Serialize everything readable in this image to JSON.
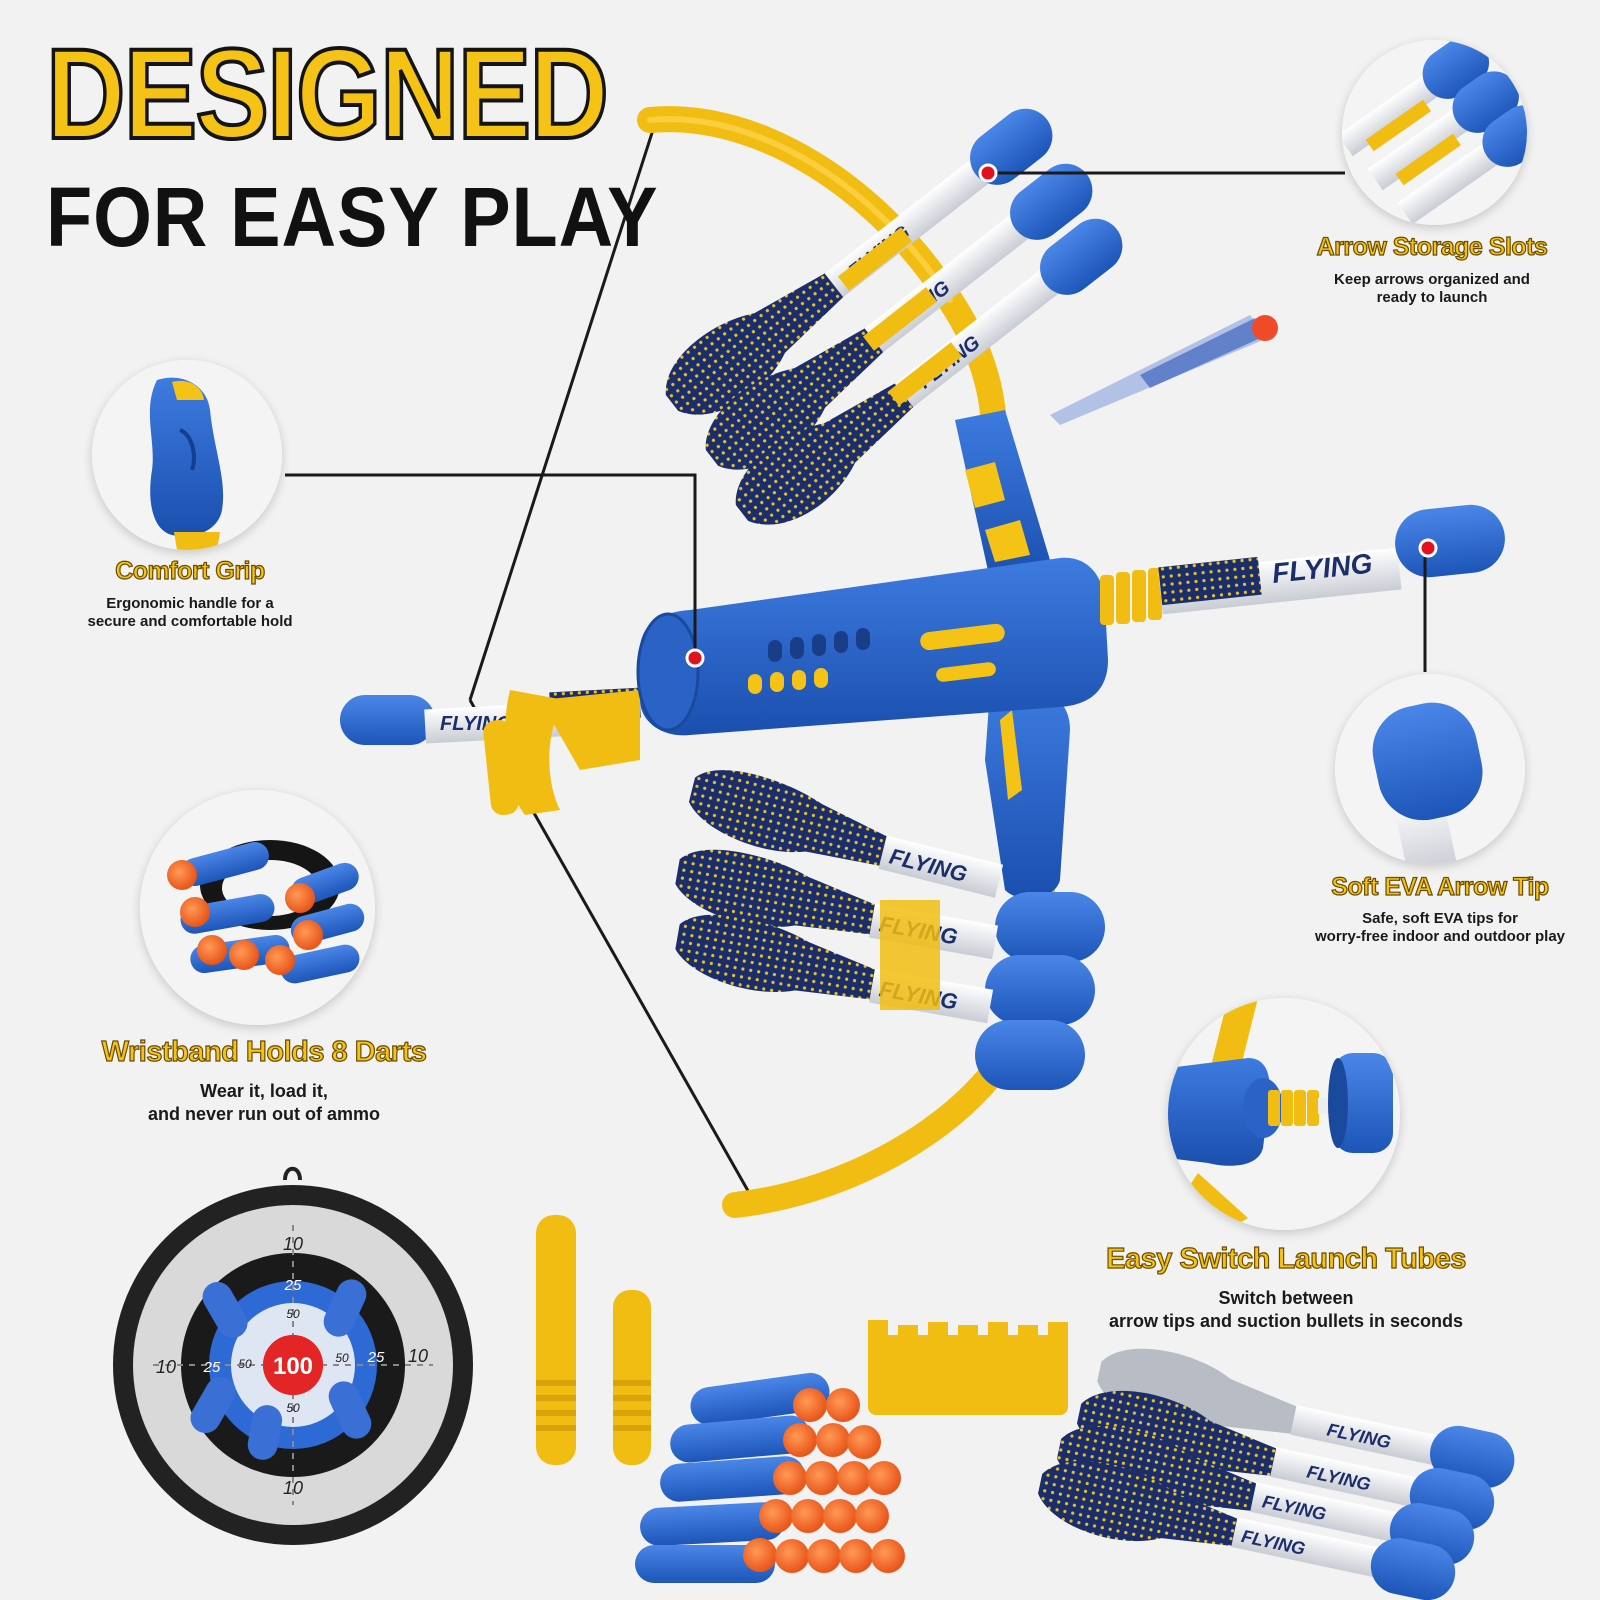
{
  "headline": {
    "line1": "DESIGNED",
    "line2": "FOR EASY PLAY"
  },
  "features": {
    "storage": {
      "title": "Arrow Storage Slots",
      "desc": [
        "Keep arrows organized and",
        "ready to launch"
      ]
    },
    "grip": {
      "title": "Comfort Grip",
      "desc": [
        "Ergonomic handle for a",
        "secure and comfortable hold"
      ]
    },
    "tip": {
      "title": "Soft EVA Arrow Tip",
      "desc": [
        "Safe, soft EVA tips for",
        "worry-free indoor and outdoor play"
      ]
    },
    "wristband": {
      "title": "Wristband Holds 8 Darts",
      "desc": [
        "Wear it, load it,",
        "and never run out of ammo"
      ]
    },
    "tubes": {
      "title": "Easy Switch Launch Tubes",
      "desc": [
        "Switch between",
        "arrow tips and suction bullets in seconds"
      ]
    }
  },
  "arrow_label": "FLYING",
  "target": {
    "center": "100",
    "ring50": "50",
    "ring25": "25",
    "ring10": "10"
  },
  "colors": {
    "yellow": "#f5c316",
    "blue": "#1f5fc8",
    "foam": "#2f6fd8",
    "orange": "#f36a1f",
    "marker": "#e3101f"
  }
}
